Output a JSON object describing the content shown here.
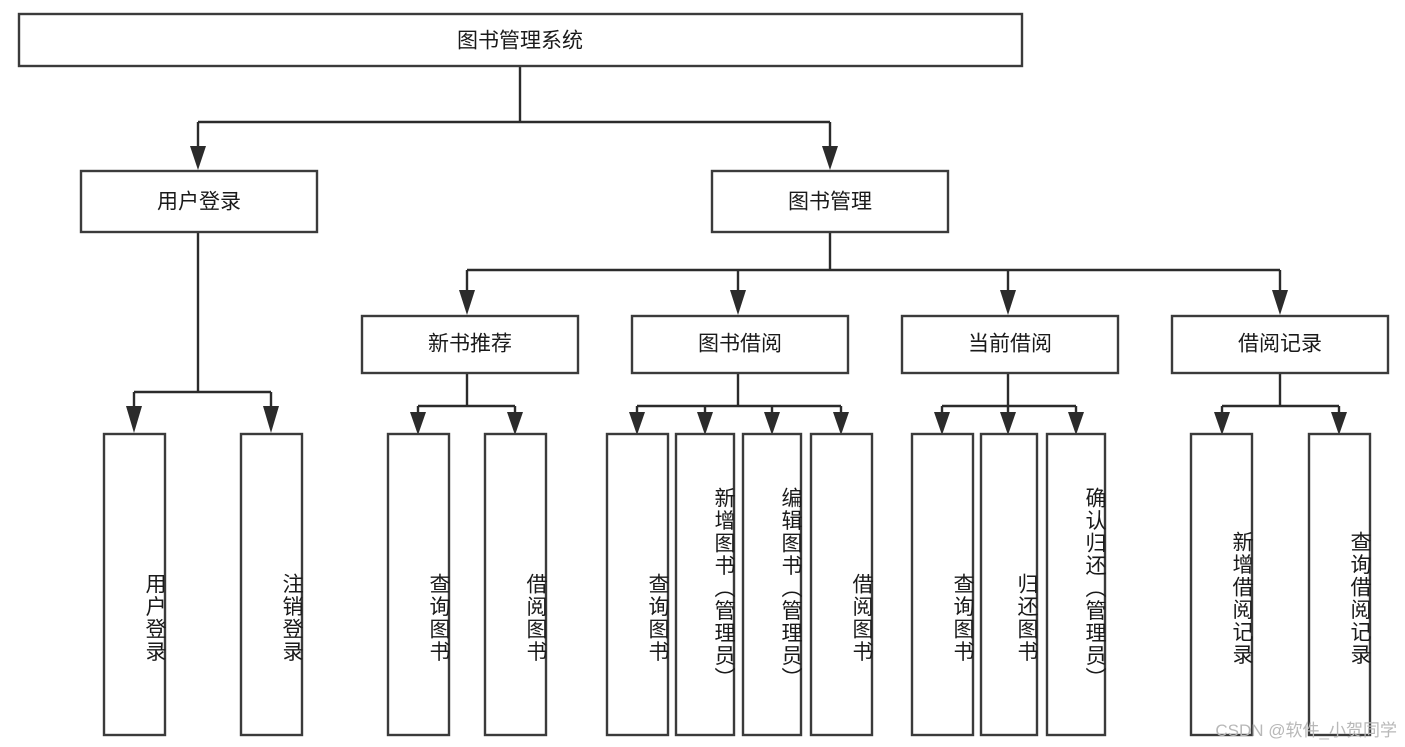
{
  "diagram": {
    "title": "图书管理系统",
    "type": "tree-hierarchy-chart",
    "root": {
      "label": "图书管理系统"
    },
    "level2": [
      {
        "label": "用户登录"
      },
      {
        "label": "图书管理"
      }
    ],
    "level3": [
      {
        "label": "新书推荐"
      },
      {
        "label": "图书借阅"
      },
      {
        "label": "当前借阅"
      },
      {
        "label": "借阅记录"
      }
    ],
    "leaves": {
      "user_login": [
        {
          "label": "用户登录"
        },
        {
          "label": "注销登录"
        }
      ],
      "new_book_recommend": [
        {
          "label": "查询图书"
        },
        {
          "label": "借阅图书"
        }
      ],
      "book_borrow": [
        {
          "label": "查询图书"
        },
        {
          "label": "新增图书（管理员）"
        },
        {
          "label": "编辑图书（管理员）"
        },
        {
          "label": "借阅图书"
        }
      ],
      "current_borrow": [
        {
          "label": "查询图书"
        },
        {
          "label": "归还图书"
        },
        {
          "label": "确认归还（管理员）"
        }
      ],
      "borrow_record": [
        {
          "label": "新增借阅记录"
        },
        {
          "label": "查询借阅记录"
        }
      ]
    }
  },
  "watermark": {
    "text": "CSDN @软件_小贺同学"
  },
  "colors": {
    "box_stroke": "#3b3b3b",
    "connector": "#2b2b2b",
    "text": "#1a1a1a",
    "background": "#ffffff",
    "watermark": "#b8b8b8"
  }
}
